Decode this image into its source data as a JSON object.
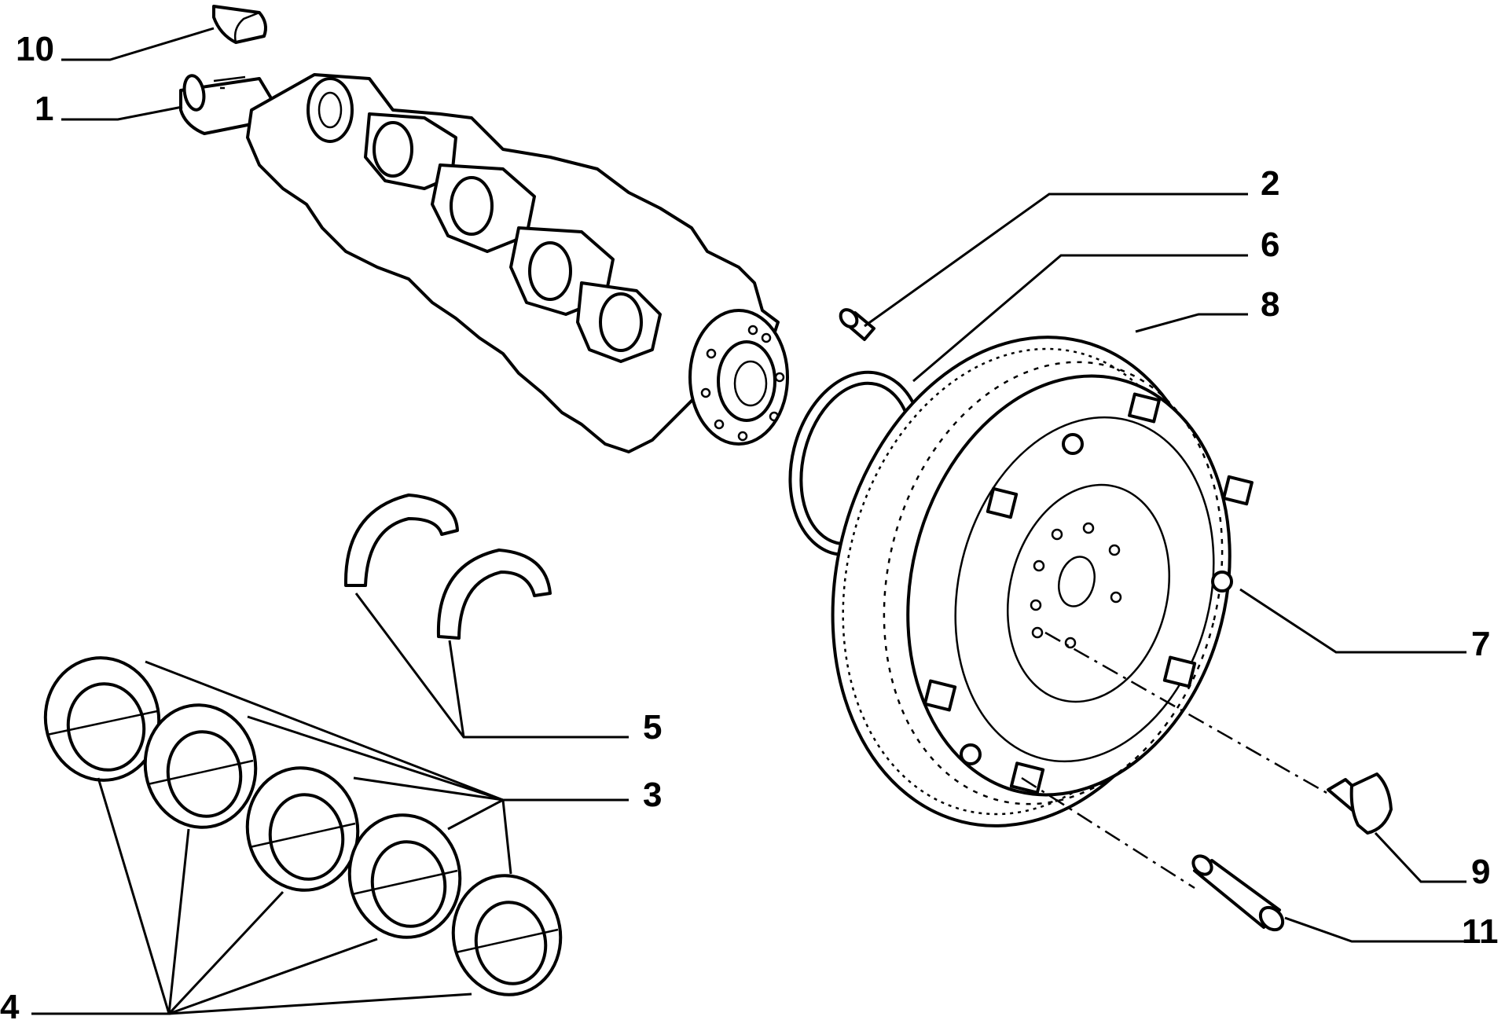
{
  "diagram": {
    "callouts": [
      {
        "id": "1",
        "text": "1"
      },
      {
        "id": "2",
        "text": "2"
      },
      {
        "id": "3",
        "text": "3"
      },
      {
        "id": "4",
        "text": "4"
      },
      {
        "id": "5",
        "text": "5"
      },
      {
        "id": "6",
        "text": "6"
      },
      {
        "id": "7",
        "text": "7"
      },
      {
        "id": "8",
        "text": "8"
      },
      {
        "id": "9",
        "text": "9"
      },
      {
        "id": "10",
        "text": "10"
      },
      {
        "id": "11",
        "text": "11"
      }
    ],
    "colors": {
      "ink": "#000000",
      "paper": "#ffffff"
    }
  }
}
